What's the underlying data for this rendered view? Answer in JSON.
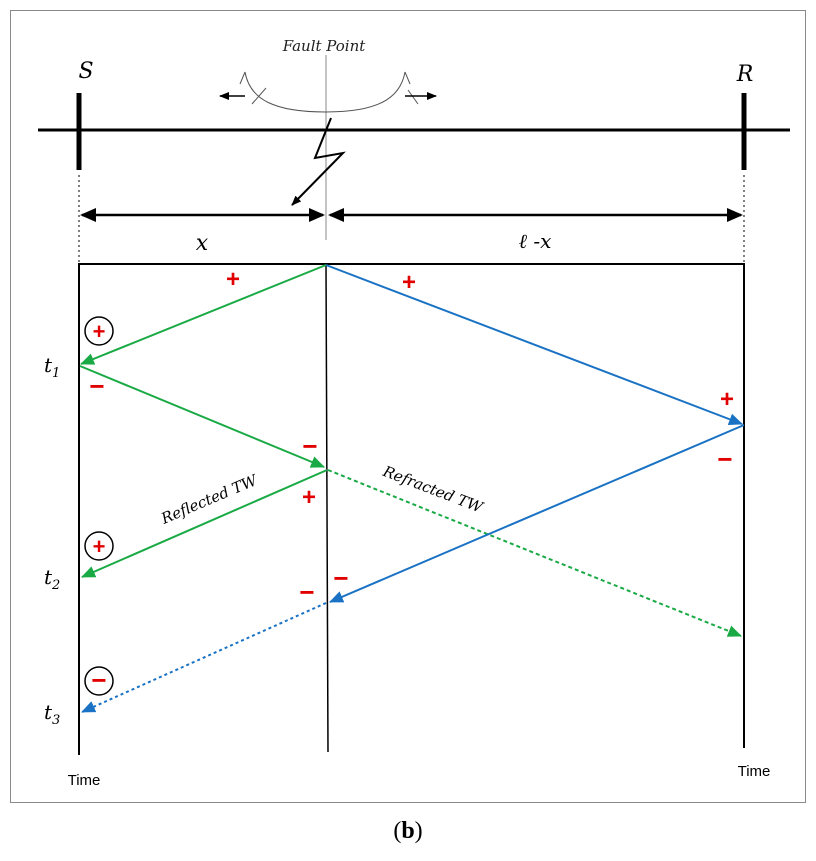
{
  "labels": {
    "fault_point": "Fault Point",
    "sending_end": "S",
    "receiving_end": "R",
    "dist_left": "x",
    "dist_right": "ℓ -x",
    "t1_base": "t",
    "t1_sub": "1",
    "t2_base": "t",
    "t2_sub": "2",
    "t3_base": "t",
    "t3_sub": "3",
    "reflected": "Reflected TW",
    "refracted": "Refracted TW",
    "time_left": "Time",
    "time_right": "Time"
  },
  "signs": {
    "plus": "+",
    "minus": "−"
  },
  "caption": {
    "open": "(",
    "letter": "b",
    "close": ")"
  },
  "colors": {
    "green": "#1aaa45",
    "blue": "#1a72c4",
    "red": "#e00000",
    "black": "#000000"
  }
}
